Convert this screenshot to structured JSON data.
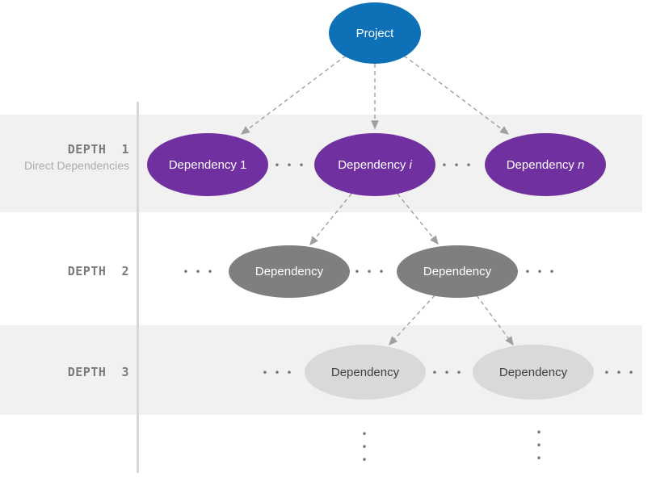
{
  "palette": {
    "root_fill": "#0e71b8",
    "depth1_fill": "#7030a0",
    "depth2_fill": "#7f7f7f",
    "depth3_fill": "#d9d9d9",
    "depth3_text": "#3f3f3f",
    "node_text": "#ffffff",
    "band_bg": "#f1f1f2",
    "divider": "#d7d7d7",
    "arrow": "#a0a0a0",
    "dots": "#73757c",
    "depth_label": "#7b7b7b",
    "sub_label": "#ababab"
  },
  "root": {
    "label": "Project"
  },
  "rows": [
    {
      "depth_label": "DEPTH  1",
      "sub_label": "Direct Dependencies",
      "nodes": [
        {
          "main": "Dependency",
          "suffix": "1"
        },
        {
          "main": "Dependency",
          "suffix": "i"
        },
        {
          "main": "Dependency",
          "suffix": "n"
        }
      ]
    },
    {
      "depth_label": "DEPTH  2",
      "nodes": [
        {
          "main": "Dependency"
        },
        {
          "main": "Dependency"
        }
      ]
    },
    {
      "depth_label": "DEPTH  3",
      "nodes": [
        {
          "main": "Dependency"
        },
        {
          "main": "Dependency"
        }
      ]
    }
  ],
  "dots": {
    "horizontal": "•••",
    "vertical": "•\n•\n•"
  }
}
